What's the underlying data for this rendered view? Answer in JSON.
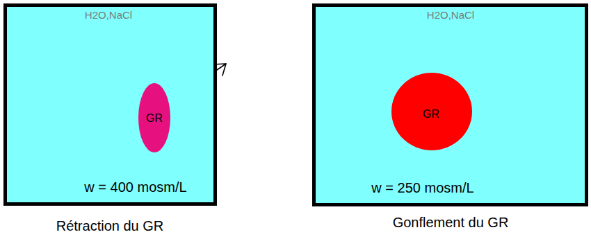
{
  "diagram": {
    "nodes": [
      {
        "text": [
          "H2O,NaCl",
          "w = 400 mosm/L",
          "Rétraction du GR"
        ]
      },
      {
        "text": [
          "GR"
        ],
        "in": 0
      },
      {
        "text": [
          "H2O,NaCl",
          "w = 250 mosm/L",
          "Gonflement du GR"
        ]
      },
      {
        "text": [
          "GR"
        ],
        "in": 2
      }
    ]
  }
}
